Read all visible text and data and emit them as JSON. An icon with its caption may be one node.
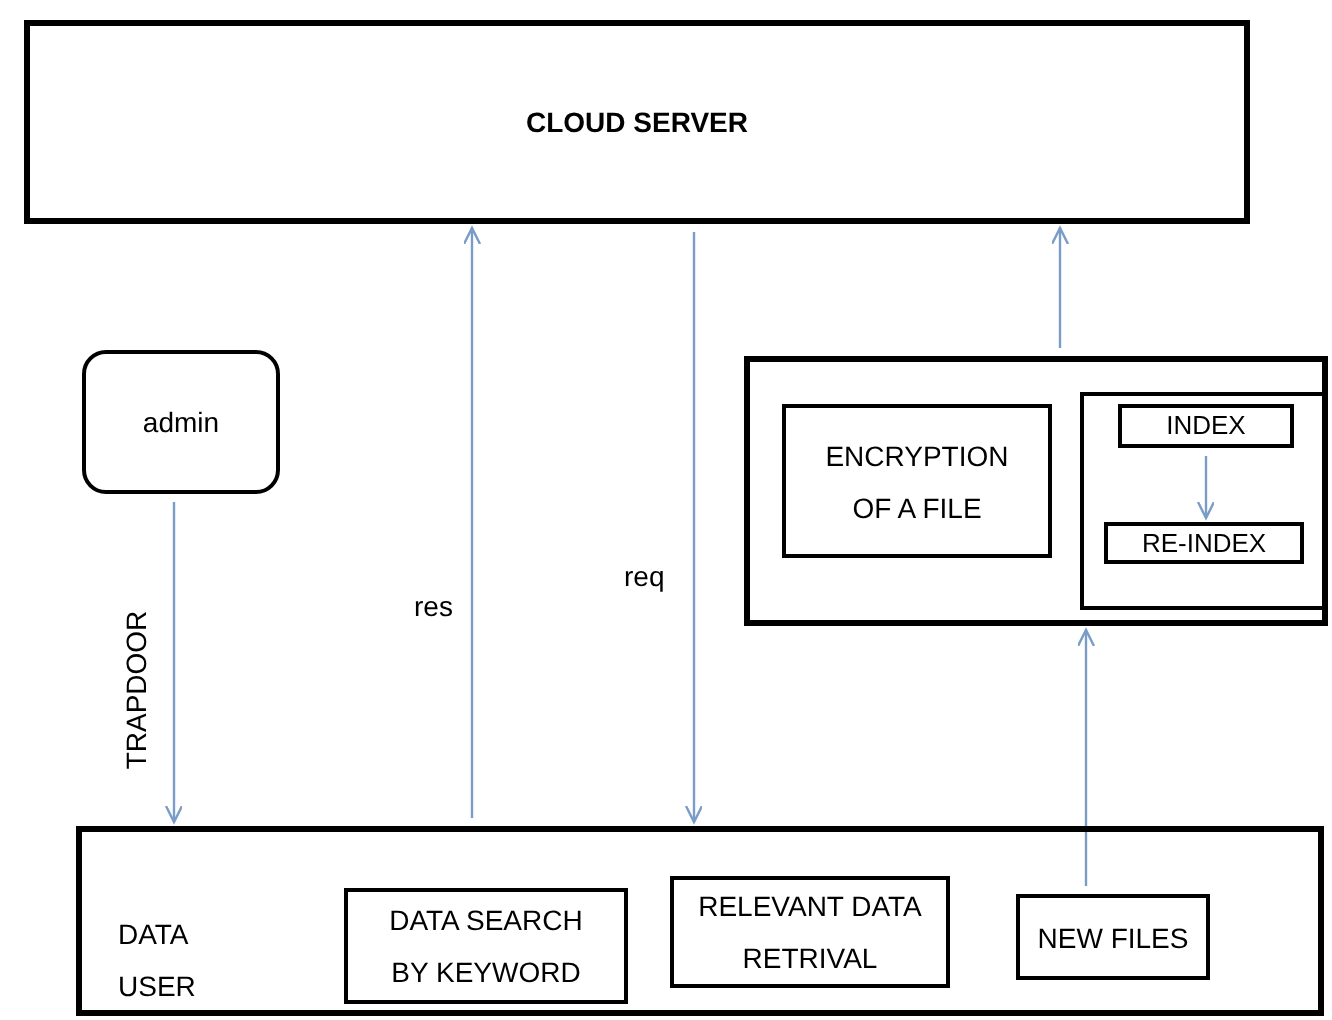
{
  "diagram": {
    "nodes": [
      {
        "text": [
          "CLOUD SERVER"
        ]
      },
      {
        "text": [
          "admin"
        ]
      },
      {
        "text": [],
        "shape": "box"
      },
      {
        "text": [
          "ENCRYPTION OF A FILE"
        ],
        "in": 2
      },
      {
        "text": [],
        "shape": "box",
        "in": 2
      },
      {
        "text": [
          "INDEX"
        ],
        "in": 4
      },
      {
        "text": [
          "RE-INDEX"
        ],
        "in": 4
      },
      {
        "text": [
          "DATA USER"
        ]
      },
      {
        "text": [
          "DATA SEARCH BY KEYWORD"
        ],
        "in": 7
      },
      {
        "text": [
          "RELEVANT DATA RETRIVAL"
        ],
        "in": 7
      },
      {
        "text": [
          "NEW FILES"
        ],
        "in": 7
      }
    ],
    "edges": [
      {
        "from": 1,
        "to": 7,
        "arrow": "to",
        "label": "TRAPDOOR"
      },
      {
        "from": 7,
        "to": 0,
        "arrow": "to",
        "label": "res"
      },
      {
        "from": 0,
        "to": 7,
        "arrow": "to",
        "label": "req"
      },
      {
        "from": 2,
        "to": 0,
        "arrow": "to"
      },
      {
        "from": 10,
        "to": 2,
        "arrow": "to"
      },
      {
        "from": 5,
        "to": 6,
        "arrow": "to"
      }
    ]
  }
}
